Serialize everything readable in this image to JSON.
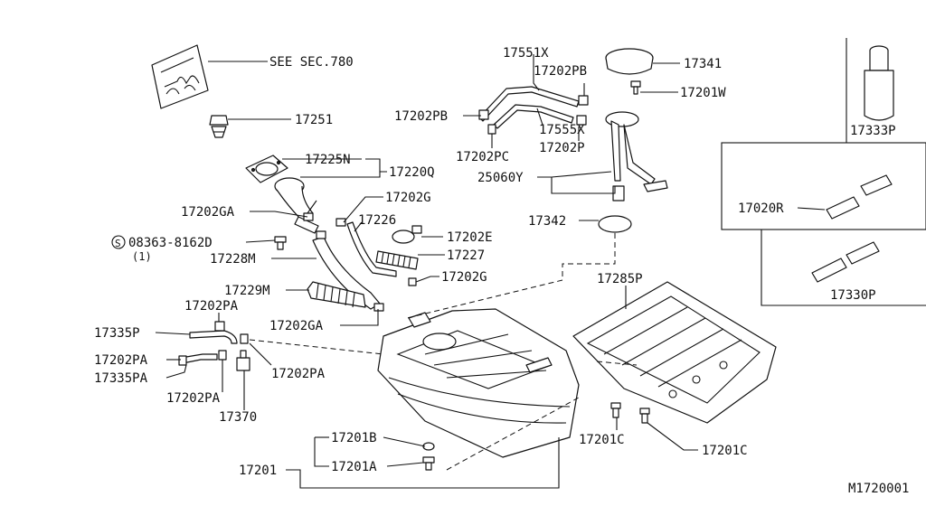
{
  "diagram_id": "M1720001",
  "labels": {
    "see_sec": "SEE SEC.780",
    "p17251": "17251",
    "p17225N": "17225N",
    "p17220Q": "17220Q",
    "p17202GA_top": "17202GA",
    "p17202G_top": "17202G",
    "p17226": "17226",
    "p17202E": "17202E",
    "p17227": "17227",
    "bolt_symbol": "S",
    "bolt_08363": "08363-8162D",
    "bolt_qty": "(1)",
    "p17228M": "17228M",
    "p17202G_mid": "17202G",
    "p17229M": "17229M",
    "p17202PA_a": "17202PA",
    "p17202GA_low": "17202GA",
    "p17335P": "17335P",
    "p17202PA_b": "17202PA",
    "p17335PA": "17335PA",
    "p17202PA_c": "17202PA",
    "p17202PA_d": "17202PA",
    "p17370": "17370",
    "p17551X": "17551X",
    "p17202PB_a": "17202PB",
    "p17202PB_b": "17202PB",
    "p17555X": "17555X",
    "p17202PC": "17202PC",
    "p17202P": "17202P",
    "p25060Y": "25060Y",
    "p17341": "17341",
    "p17201W": "17201W",
    "p17342": "17342",
    "p17285P": "17285P",
    "p17201C_a": "17201C",
    "p17201C_b": "17201C",
    "p17201B": "17201B",
    "p17201": "17201",
    "p17201A": "17201A",
    "p17333P": "17333P",
    "p17020R": "17020R",
    "p17330P": "17330P"
  }
}
